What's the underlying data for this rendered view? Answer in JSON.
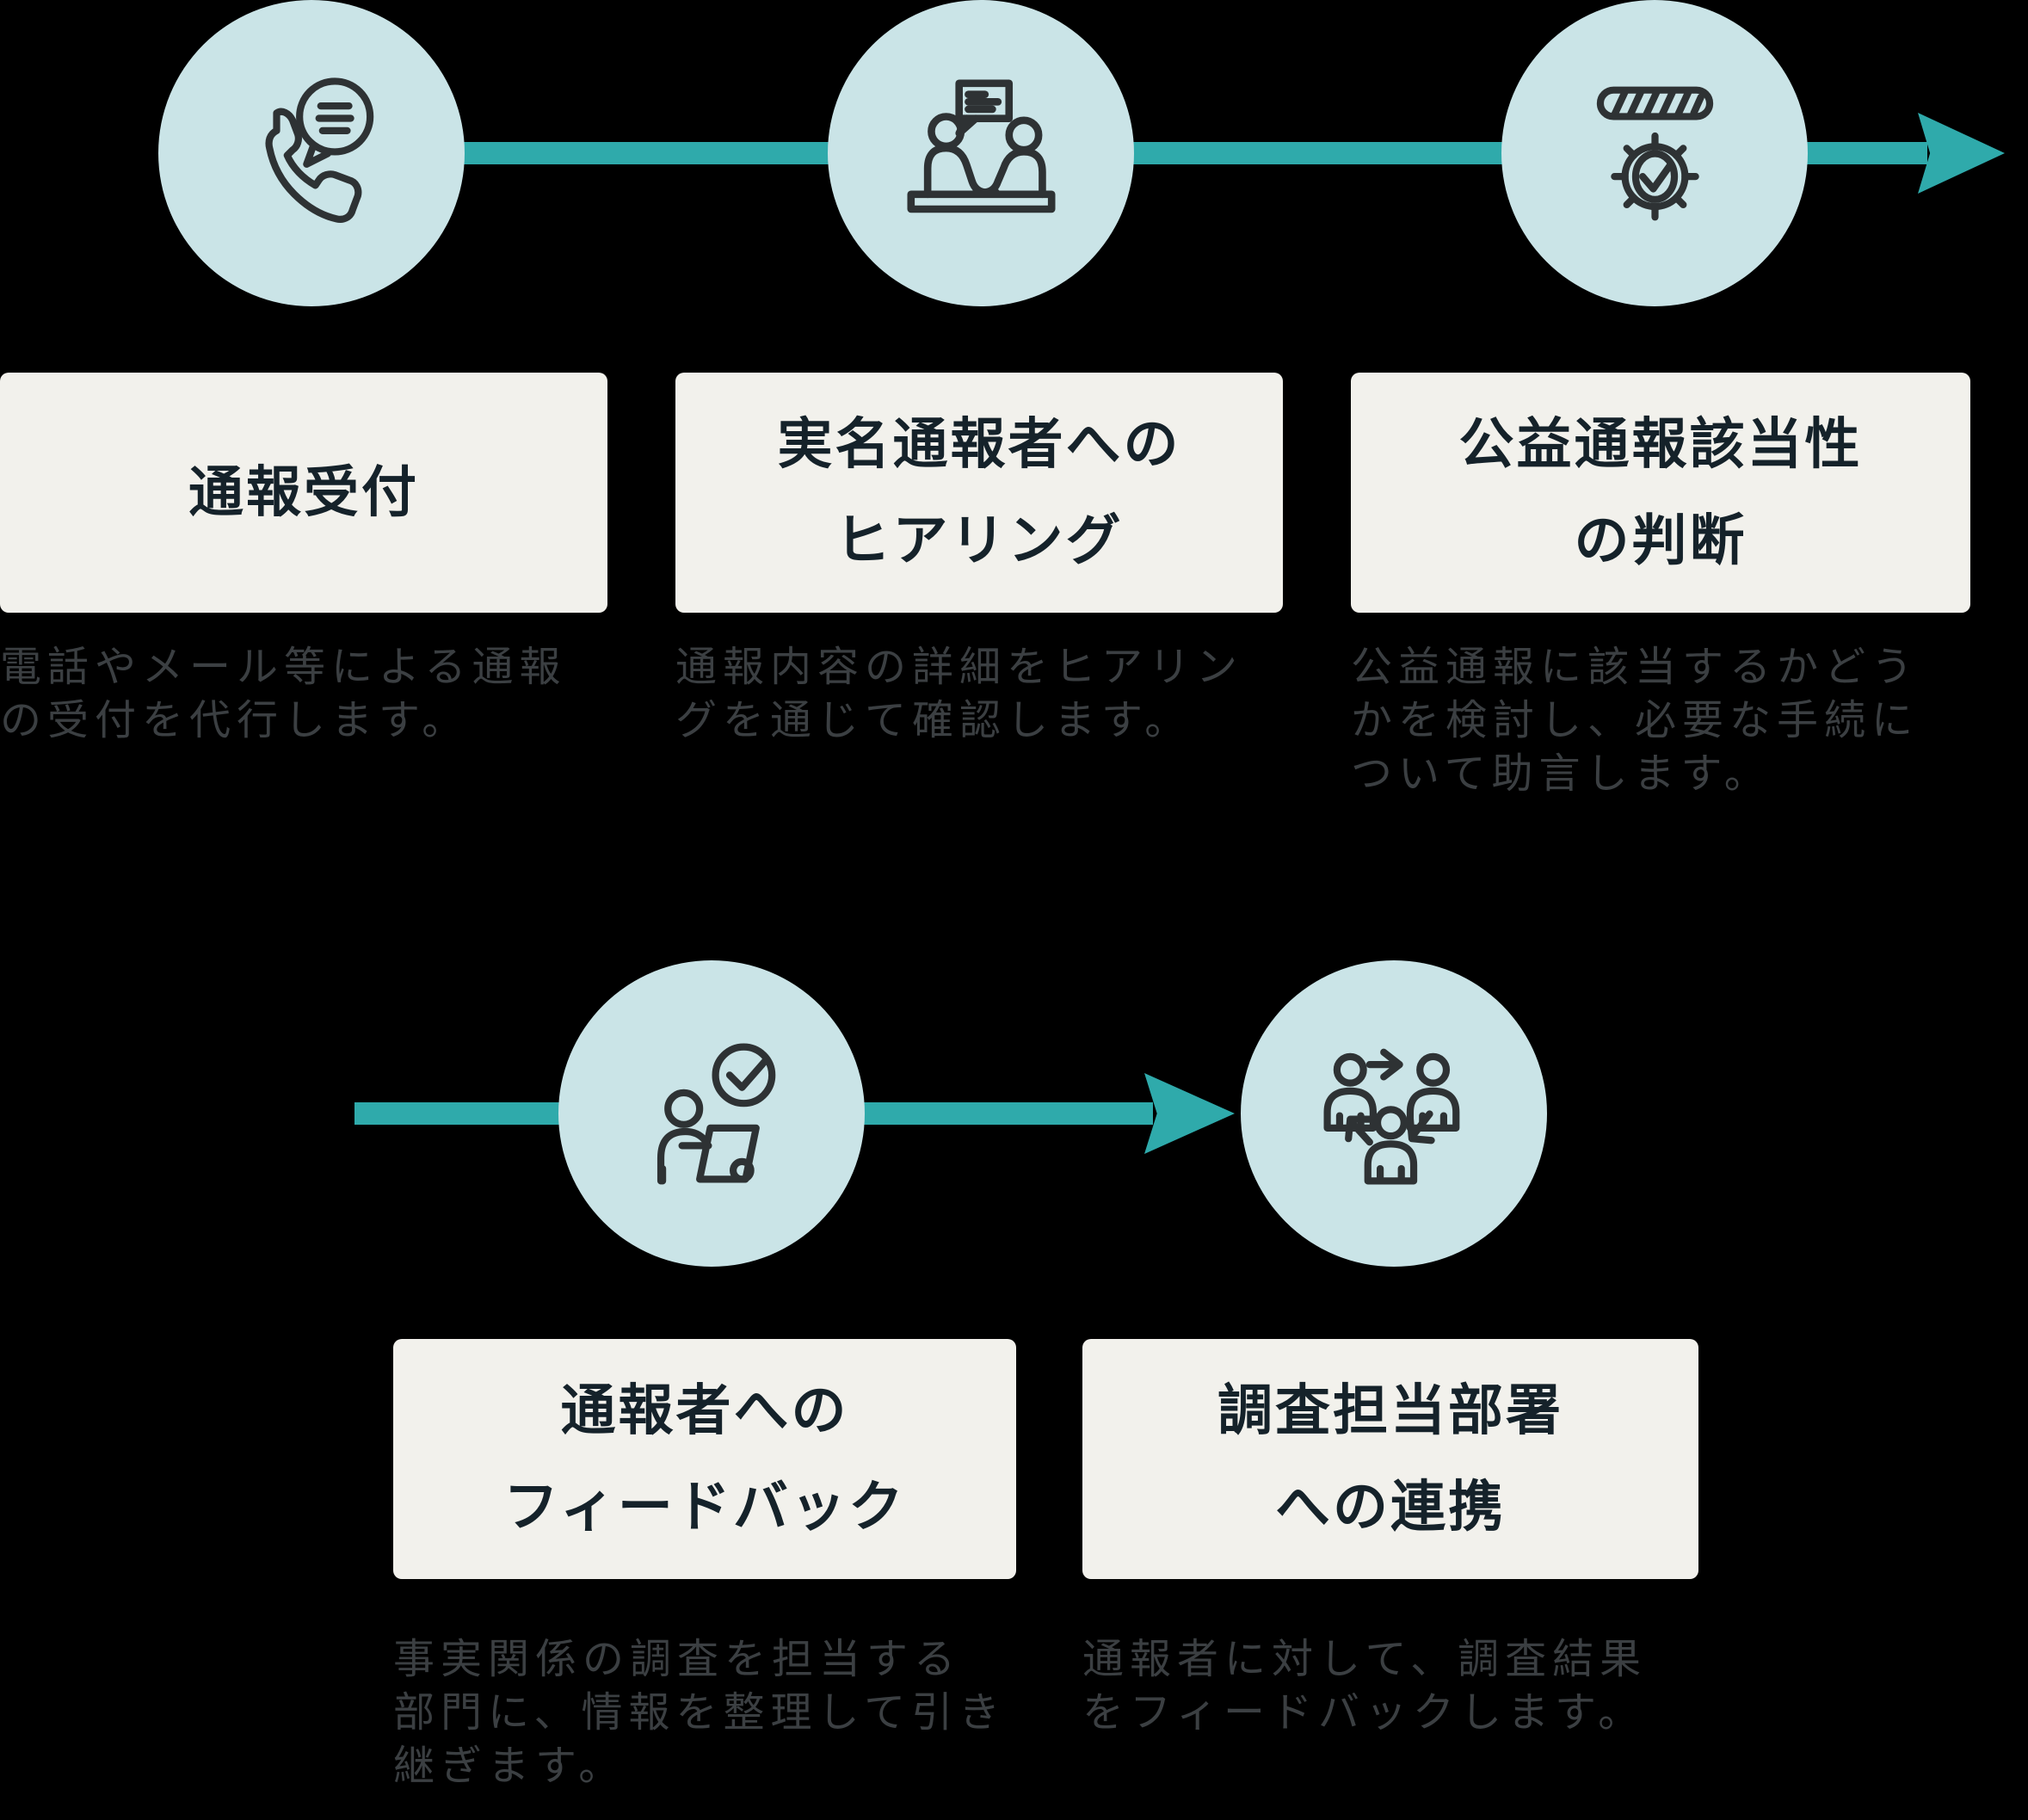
{
  "diagram": {
    "type": "process-flow",
    "language": "ja",
    "rows": 2,
    "colors": {
      "background": "#000000",
      "circle_fill": "#cae4e7",
      "arrow": "#2faaab",
      "box_background": "#f2f1ec",
      "title_text": "#15222a",
      "description_text": "#3b3f42",
      "icon_stroke": "#2e3234"
    }
  },
  "steps": [
    {
      "id": 1,
      "icon": "phone-chat",
      "title": "通報受付",
      "description": "電話やメール等による通報\nの受付を代行します。"
    },
    {
      "id": 2,
      "icon": "interview",
      "title": "実名通報者への\nヒアリング",
      "description": "通報内容の詳細をヒアリン\nグを通じて確認します。"
    },
    {
      "id": 3,
      "icon": "gear-check",
      "title": "公益通報該当性\nの判断",
      "description": "公益通報に該当するかどう\nかを検討し、必要な手続に\nついて助言します。"
    },
    {
      "id": 4,
      "icon": "document-review-check",
      "title": "通報者への\nフィードバック",
      "description": "事実関係の調査を担当する\n部門に、情報を整理して引き\n継ぎます。"
    },
    {
      "id": 5,
      "icon": "people-network",
      "title": "調査担当部署\nへの連携",
      "description": "通報者に対して、調査結果\nをフィードバックします。"
    }
  ]
}
